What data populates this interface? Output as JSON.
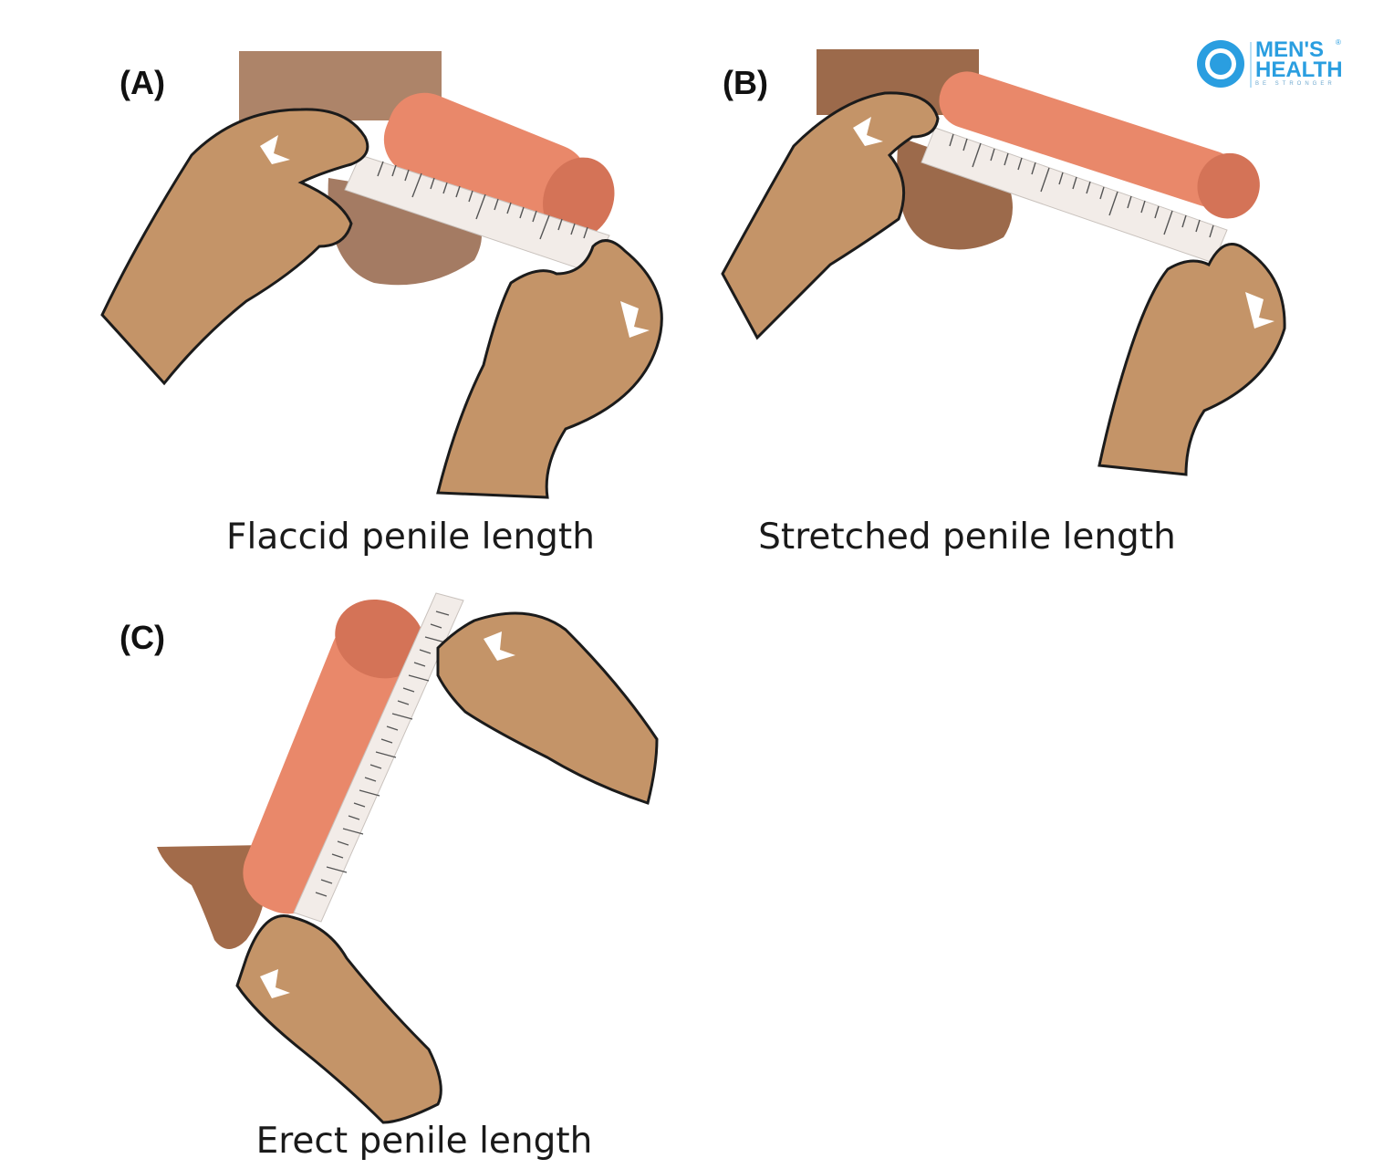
{
  "panels": [
    {
      "letter": "(A)",
      "caption": "Flaccid penile length"
    },
    {
      "letter": "(B)",
      "caption": "Stretched penile length"
    },
    {
      "letter": "(C)",
      "caption": "Erect penile length"
    }
  ],
  "logo": {
    "line1": "MEN'S",
    "line2": "HEALTH",
    "tagline": "BE STRONGER",
    "reg": "®"
  },
  "colors": {
    "skin_hand": "#c49468",
    "skin_outline": "#1b1b1b",
    "shaft": "#e9886a",
    "glans": "#d47357",
    "scrotum_a": "#a47b63",
    "scrotum_b": "#9c6a4b",
    "scrotum_c": "#a26b4a",
    "ruler": "#f2ece8",
    "brand_blue": "#2a9ee0"
  }
}
